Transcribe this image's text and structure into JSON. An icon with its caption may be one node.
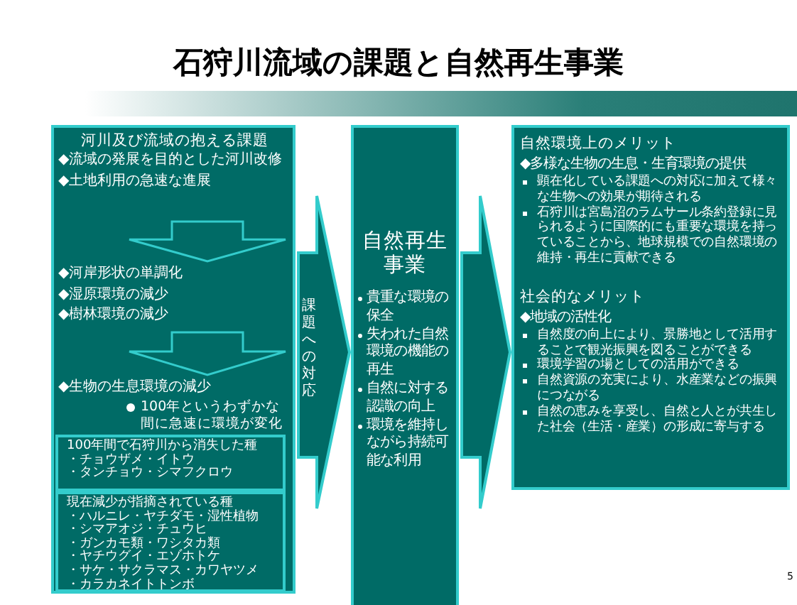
{
  "diagram": {
    "title": "石狩川流域の課題と自然再生事業",
    "nodes": [
      {
        "text": [],
        "shape": "box"
      },
      {
        "text": [
          "河川及び流域の抱える課題",
          "◆流域の発展を目的とした河川改修",
          "◆土地利用の急速な進展"
        ],
        "in": 0
      },
      {
        "text": [
          "◆河岸形状の単調化",
          "◆湿原環境の減少",
          "◆樹林環境の減少"
        ],
        "in": 0
      },
      {
        "text": [
          "◆生物の生息環境の減少",
          "100年というわずかな間に急速に環境が変化"
        ],
        "in": 0
      },
      {
        "text": [
          "100年間で石狩川から消失した種",
          "・チョウザメ・イトウ",
          "・タンチョウ・シマフクロウ"
        ],
        "in": 0
      },
      {
        "text": [
          "現在減少が指摘されている種",
          "・ハルニレ・ヤチダモ・湿性植物",
          "・シマアオジ・チュウヒ",
          "・ガンカモ類・ワシタカ類",
          "・ヤチウグイ・エゾホトケ",
          "・サケ・サクラマス・カワヤツメ",
          "・カラカネイトトンボ"
        ],
        "in": 0
      },
      {
        "text": [
          "自然再生事業",
          "貴重な環境の保全",
          "失われた自然環境の機能の再生",
          "自然に対する認識の向上",
          "環境を維持しながら持続可能な利用"
        ]
      },
      {
        "text": [
          "自然環境上のメリット",
          "◆多様な生物の生息・生育環境の提供",
          "顕在化している課題への対応に加えて様々な生物への効果が期待される",
          "石狩川は宮島沼のラムサール条約登録に見られるように国際的にも重要な環境を持っていることから、地球規模での自然環境の維持・再生に貢献できる",
          "社会的なメリット",
          "◆地域の活性化",
          "自然度の向上により、景勝地として活用することで観光振興を図ることができる",
          "環境学習の場としての活用ができる",
          "自然資源の充実により、水産業などの振興につながる",
          "自然の恵みを享受し、自然と人とが共生した社会（生活・産業）の形成に寄与する"
        ]
      }
    ],
    "edges": [
      {
        "from": 1,
        "to": 2,
        "arrow": "to"
      },
      {
        "from": 2,
        "to": 3,
        "arrow": "to"
      },
      {
        "from": 0,
        "to": 6,
        "arrow": "to",
        "label": "課題への対応"
      },
      {
        "from": 6,
        "to": 7,
        "arrow": "to"
      }
    ],
    "labels": [
      "5"
    ]
  }
}
